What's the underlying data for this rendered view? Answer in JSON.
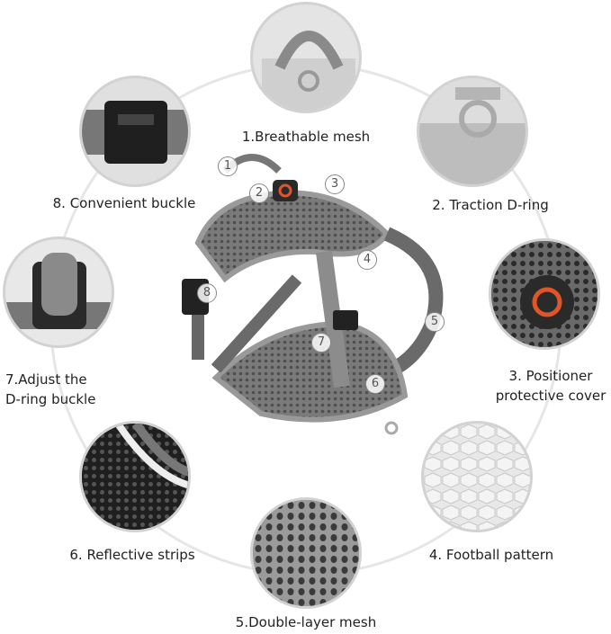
{
  "features": [
    {
      "number": "1",
      "label": "1.Breathable mesh"
    },
    {
      "number": "2",
      "label": "2. Traction D-ring"
    },
    {
      "number": "3",
      "label_line1": "3. Positioner",
      "label_line2": "protective cover"
    },
    {
      "number": "4",
      "label": "4. Football pattern"
    },
    {
      "number": "5",
      "label": "5.Double-layer mesh"
    },
    {
      "number": "6",
      "label": "6. Reflective strips"
    },
    {
      "number": "7",
      "label_line1": "7.Adjust the",
      "label_line2": "D-ring buckle"
    },
    {
      "number": "8",
      "label": "8. Convenient buckle"
    }
  ],
  "markers": [
    "1",
    "2",
    "3",
    "4",
    "5",
    "6",
    "7",
    "8"
  ],
  "colors": {
    "harness": "#6e6e6e",
    "mesh": "#8a8a8a",
    "cover": "#2a2a2a",
    "cover_ring": "#e0552a",
    "ring_line": "#e6e6e6"
  }
}
